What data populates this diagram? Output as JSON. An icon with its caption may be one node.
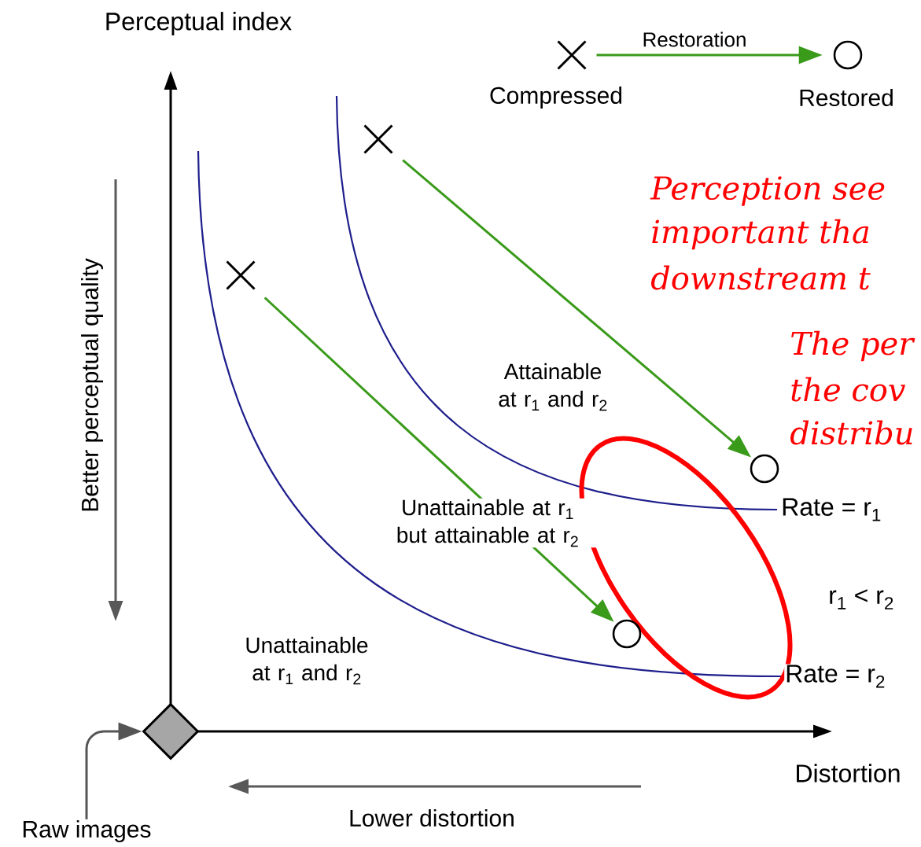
{
  "diagram": {
    "nodes": [
      {
        "text": [],
        "shape": "cross",
        "beside": [
          "Compressed"
        ]
      },
      {
        "text": [],
        "shape": "circle",
        "beside": [
          "Restored"
        ]
      },
      {
        "text": [],
        "shape": "cross"
      },
      {
        "text": [],
        "shape": "cross"
      },
      {
        "text": [],
        "shape": "circle"
      },
      {
        "text": [],
        "shape": "circle"
      },
      {
        "text": [],
        "shape": "diamond"
      },
      {
        "text": [
          "Raw images"
        ]
      }
    ],
    "edges": [
      {
        "from": 0,
        "to": 1,
        "arrow": "to",
        "label": "Restoration"
      },
      {
        "from": 2,
        "to": 4,
        "arrow": "to"
      },
      {
        "from": 3,
        "to": 5,
        "arrow": "to"
      },
      {
        "from": 7,
        "to": 6,
        "arrow": "to",
        "color": "#555555"
      }
    ],
    "labels": [
      "Perceptual index",
      "Better perceptual quality",
      "Perception see",
      "important tha",
      "downstream t",
      "The per",
      "the cov",
      "distribu",
      "Attainable at r$_{1}$ and  r$_{2}$",
      "Unattainable at r$_{1}$ but attainable at r$_{2}$",
      "Rate = r$_{1}$",
      "r$_{1}$ < r$_{2}$",
      "Unattainable at r$_{1}$ and r$_{2}$",
      "Rate = r$_{2}$",
      "Distortion",
      "Lower distortion"
    ]
  }
}
